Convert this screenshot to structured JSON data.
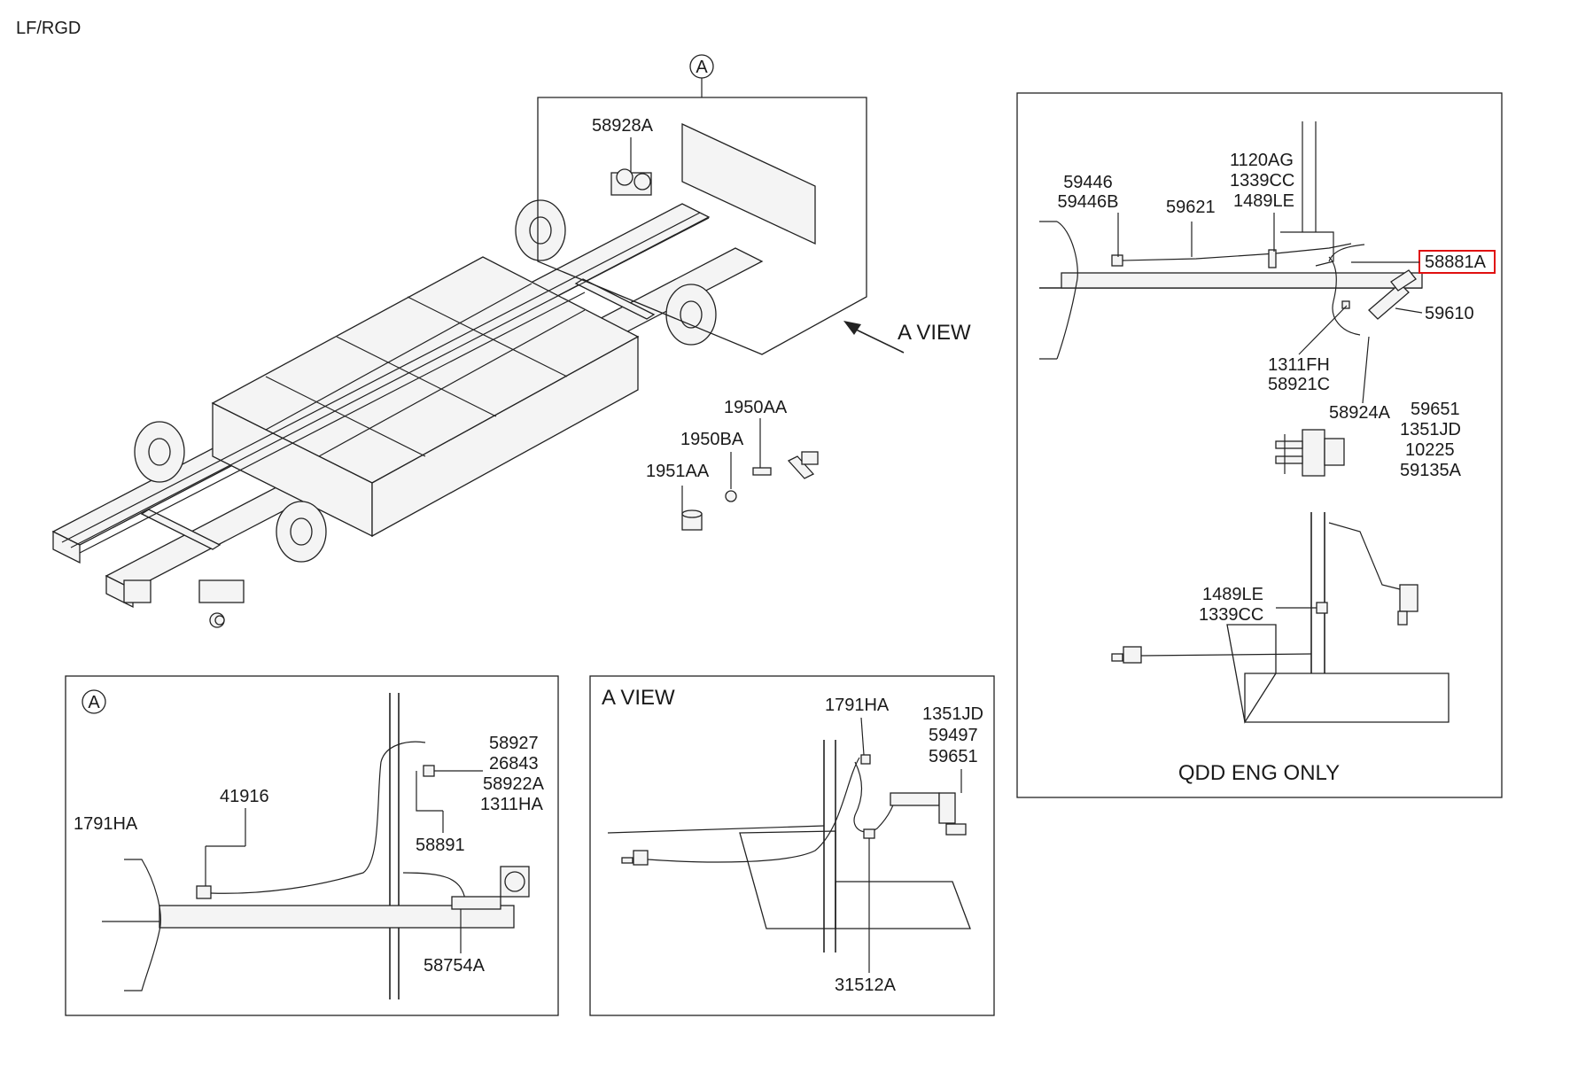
{
  "header": {
    "model_code": "LF/RGD"
  },
  "callouts": {
    "ref_a_top": "A",
    "ref_a_panel": "A",
    "a_view_arrow": "A VIEW",
    "a_view_panel_title": "A VIEW",
    "qdd_note": "QDD ENG ONLY"
  },
  "part_labels": {
    "p58928A": "58928A",
    "p1950AA": "1950AA",
    "p1950BA": "1950BA",
    "p1951AA": "1951AA",
    "p59446": "59446",
    "p59446B": "59446B",
    "p59621": "59621",
    "p1120AG": "1120AG",
    "p1339CC_r": "1339CC",
    "p1489LE_r": "1489LE",
    "p58881A": "58881A",
    "p59610": "59610",
    "p1311FH": "1311FH",
    "p58921C": "58921C",
    "p58924A": "58924A",
    "p59651_r": "59651",
    "p1351JD_r": "1351JD",
    "p10225": "10225",
    "p59135A": "59135A",
    "p1489LE_q": "1489LE",
    "p1339CC_q": "1339CC",
    "p1791HA_a": "1791HA",
    "p41916": "41916",
    "p58927": "58927",
    "p26843": "26843",
    "p58922A": "58922A",
    "p1311HA": "1311HA",
    "p58891": "58891",
    "p58754A": "58754A",
    "p1791HA_v": "1791HA",
    "p1351JD_v": "1351JD",
    "p59497": "59497",
    "p59651_v": "59651",
    "p31512A": "31512A"
  },
  "highlight_color": "#e01010"
}
